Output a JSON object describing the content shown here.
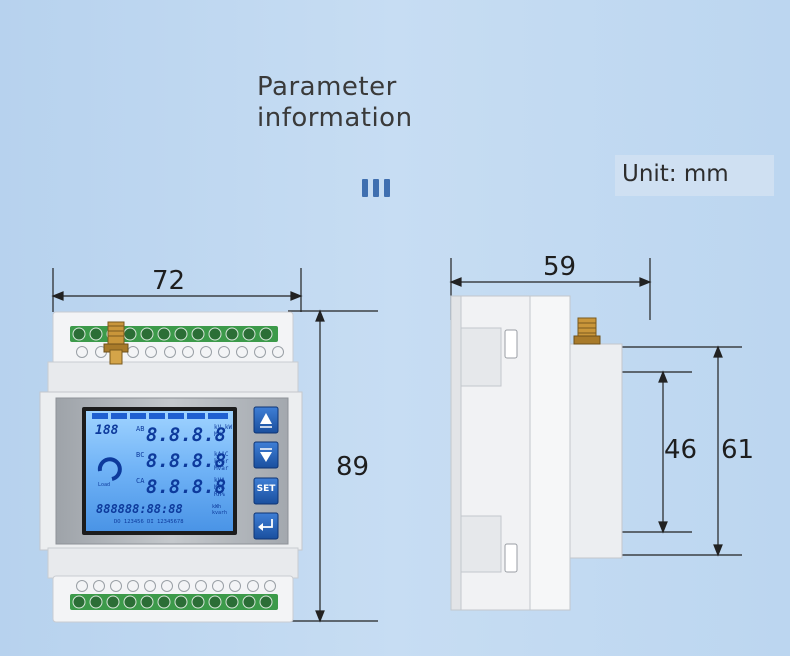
{
  "header": {
    "title_line1": "Parameter",
    "title_line2": "information",
    "unit_label": "Unit: mm"
  },
  "dimensions": {
    "front_width": "72",
    "front_height": "89",
    "side_depth": "59",
    "side_inner_height": "46",
    "side_outer_height": "61"
  },
  "panel": {
    "row1": "188",
    "row1_small": "U",
    "row1_sub": "AB",
    "digits": "8.8.8.8",
    "row1_units": "kV kW MW",
    "row2_sub": "BC",
    "row2_units": "kA°C kvar Mvar",
    "row3_sub": "CA",
    "row3_units": "kVA MVA RH%",
    "row4": "888888:88:88",
    "row4_units": "kWh kvarh",
    "footer": "DO 123456  DI 12345678",
    "load_label": "Load",
    "set_label": "SET"
  },
  "colors": {
    "lcd": "#3d8ce8",
    "lcd_dark": "#0d3a9c",
    "button": "#1f5fb5",
    "terminal_green": "#3c9a4a",
    "housing": "#e9ebee",
    "antenna": "#b8862e"
  }
}
